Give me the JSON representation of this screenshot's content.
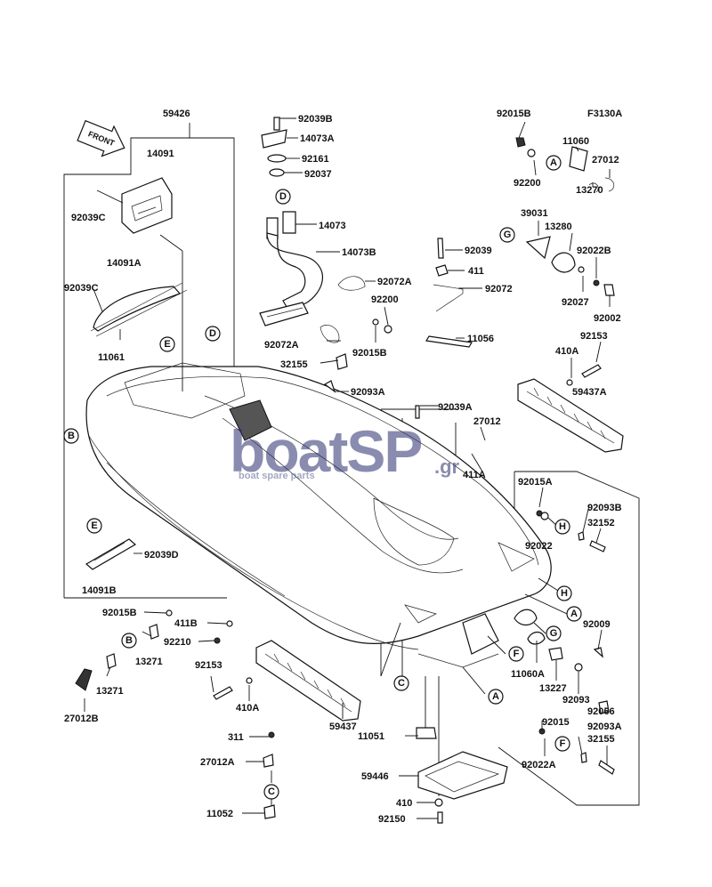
{
  "diagram": {
    "code": "F3130A",
    "front_label": "FRONT",
    "watermark": {
      "brand": "boatSP",
      "suffix": ".gr",
      "tagline": "boat spare parts"
    }
  },
  "parts": [
    "59426",
    "14091",
    "92039C",
    "14091A",
    "92039C",
    "11061",
    "14091B",
    "92039D",
    "92039B",
    "14073A",
    "92161",
    "92037",
    "14073",
    "14073B",
    "92072A",
    "92072A",
    "92015B",
    "11060",
    "27012",
    "92200",
    "13270",
    "39031",
    "13280",
    "92022B",
    "92027",
    "92002",
    "92039",
    "411",
    "92072",
    "92200",
    "92015B",
    "11056",
    "32155",
    "92093A",
    "92153",
    "410A",
    "59437A",
    "92039A",
    "27012",
    "411A",
    "92015A",
    "92093B",
    "32152",
    "92022",
    "92009",
    "11060A",
    "13227",
    "92093",
    "92066",
    "92015",
    "92093A",
    "32155",
    "92022A",
    "92015B",
    "411B",
    "92210",
    "13271",
    "13271",
    "27012B",
    "92153",
    "410A",
    "59437",
    "11051",
    "311",
    "27012A",
    "11052",
    "59446",
    "410",
    "92150"
  ],
  "callouts": [
    "A",
    "A",
    "A",
    "B",
    "B",
    "C",
    "C",
    "D",
    "D",
    "E",
    "E",
    "F",
    "F",
    "G",
    "G",
    "H",
    "H"
  ]
}
